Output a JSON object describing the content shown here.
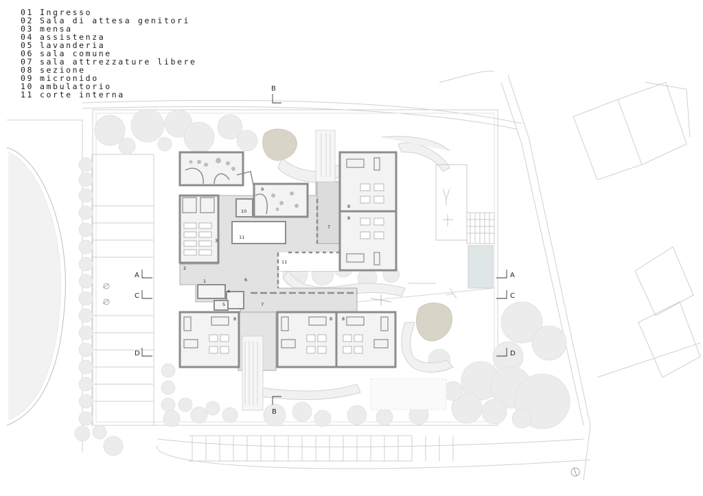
{
  "legend": [
    {
      "num": "01",
      "label": "Ingresso"
    },
    {
      "num": "02",
      "label": "Sala di attesa genitori"
    },
    {
      "num": "03",
      "label": "mensa"
    },
    {
      "num": "04",
      "label": "assistenza"
    },
    {
      "num": "05",
      "label": "lavanderia"
    },
    {
      "num": "06",
      "label": "sala comune"
    },
    {
      "num": "07",
      "label": "sala attrezzature libere"
    },
    {
      "num": "08",
      "label": "sezione"
    },
    {
      "num": "09",
      "label": "micronido"
    },
    {
      "num": "10",
      "label": "ambulatorio"
    },
    {
      "num": "11",
      "label": "corte interna"
    }
  ],
  "section_markers": {
    "a": "A",
    "b": "B",
    "c": "C",
    "d": "D"
  },
  "room_numbers": {
    "r1": "1",
    "r2": "2",
    "r3": "3",
    "r4": "4",
    "r5": "5",
    "r6": "6",
    "r7": "7",
    "r8": "8",
    "r9": "9",
    "r10": "10",
    "r11": "11"
  },
  "colors": {
    "wall": "#8c8c8c",
    "floor": "#e2e2e2",
    "roomfloor": "#f3f3f3",
    "tree": "#ececec",
    "pond": "#d9d4c8",
    "pool": "#dfe6e6",
    "line": "#c8c8c8"
  }
}
